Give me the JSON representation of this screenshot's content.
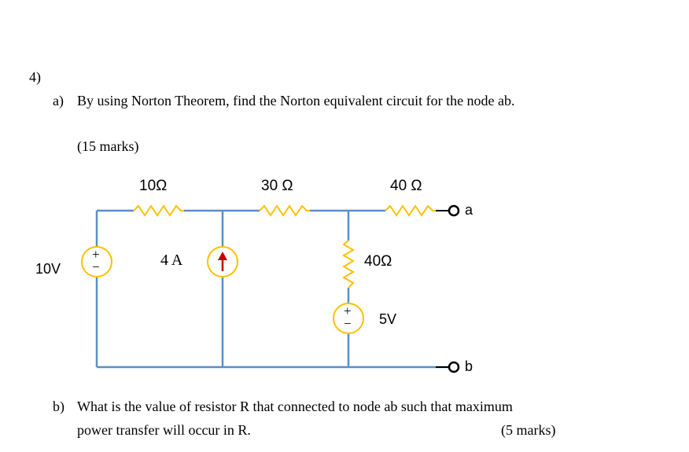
{
  "question": {
    "number": "4)",
    "part_a": {
      "label": "a)",
      "text": "By using Norton Theorem, find the Norton equivalent circuit for the node ab.",
      "marks": "(15 marks)"
    },
    "part_b": {
      "label": "b)",
      "line1": "What is the value of resistor R that connected to node ab such that maximum",
      "line2": "power transfer will occur in R.",
      "marks": "(5 marks)"
    }
  },
  "circuit": {
    "r1_label": "10Ω",
    "r2_label": "30 Ω",
    "r3_label": "40 Ω",
    "r4_label": "40Ω",
    "vs1_label": "10V",
    "is_label": "4 A",
    "vs2_label": "5V",
    "node_a": "a",
    "node_b": "b",
    "plus": "+",
    "minus": "−",
    "wire_color": "#5b8fc7",
    "component_color": "#ffc000"
  }
}
